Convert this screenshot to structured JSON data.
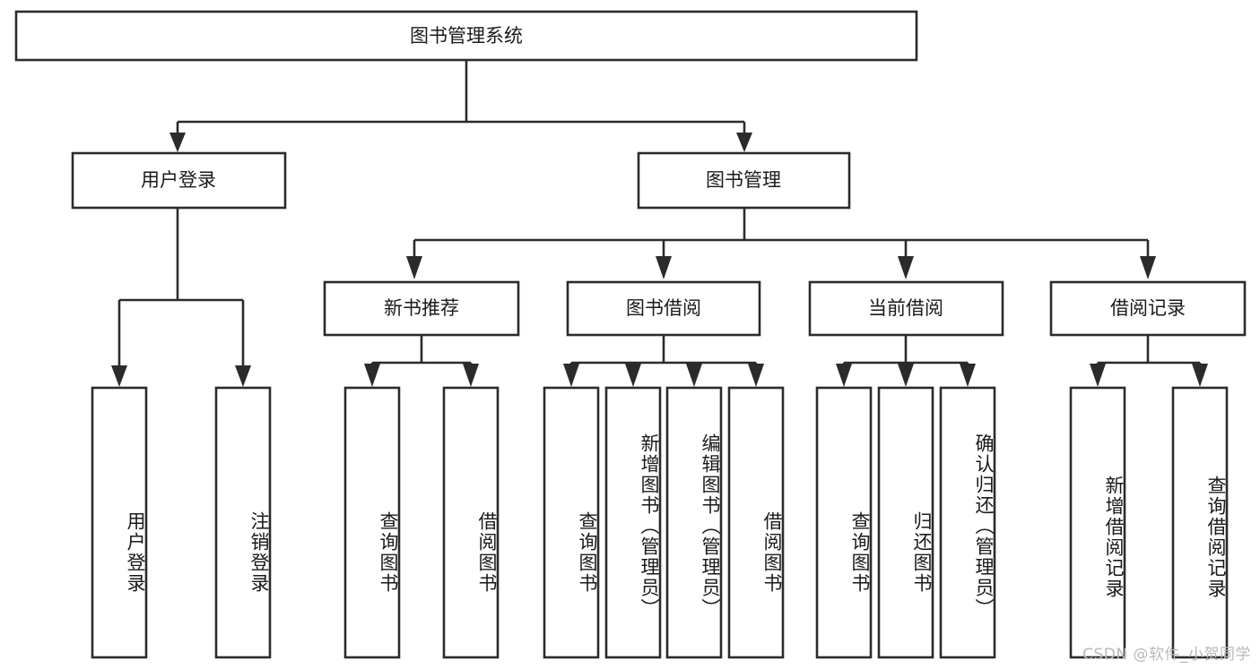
{
  "diagram": {
    "type": "tree-hierarchy",
    "title": "图书管理系统",
    "orientation": "top-down",
    "root": {
      "id": "root",
      "label": "图书管理系统"
    },
    "level2": [
      {
        "id": "user-login",
        "label": "用户登录"
      },
      {
        "id": "book-manage",
        "label": "图书管理"
      }
    ],
    "level3": [
      {
        "id": "new-book-recommend",
        "label": "新书推荐",
        "parent": "book-manage"
      },
      {
        "id": "book-borrow",
        "label": "图书借阅",
        "parent": "book-manage"
      },
      {
        "id": "current-borrow",
        "label": "当前借阅",
        "parent": "book-manage"
      },
      {
        "id": "borrow-record",
        "label": "借阅记录",
        "parent": "book-manage"
      }
    ],
    "leaves": [
      {
        "id": "leaf-user-login",
        "label": "用户登录",
        "parent": "user-login"
      },
      {
        "id": "leaf-user-logout",
        "label": "注销登录",
        "parent": "user-login"
      },
      {
        "id": "leaf-query-book-1",
        "label": "查询图书",
        "parent": "new-book-recommend"
      },
      {
        "id": "leaf-borrow-book-1",
        "label": "借阅图书",
        "parent": "new-book-recommend"
      },
      {
        "id": "leaf-query-book-2",
        "label": "查询图书",
        "parent": "book-borrow"
      },
      {
        "id": "leaf-add-book",
        "label": "新增图书（管理员）",
        "parent": "book-borrow"
      },
      {
        "id": "leaf-edit-book",
        "label": "编辑图书（管理员）",
        "parent": "book-borrow"
      },
      {
        "id": "leaf-borrow-book-2",
        "label": "借阅图书",
        "parent": "book-borrow"
      },
      {
        "id": "leaf-query-book-3",
        "label": "查询图书",
        "parent": "current-borrow"
      },
      {
        "id": "leaf-return-book",
        "label": "归还图书",
        "parent": "current-borrow"
      },
      {
        "id": "leaf-confirm-return",
        "label": "确认归还（管理员）",
        "parent": "current-borrow"
      },
      {
        "id": "leaf-add-record",
        "label": "新增借阅记录",
        "parent": "borrow-record"
      },
      {
        "id": "leaf-query-record",
        "label": "查询借阅记录",
        "parent": "borrow-record"
      }
    ],
    "colors": {
      "box_stroke": "#2b2b2b",
      "box_fill": "#ffffff",
      "text": "#1a1a1a",
      "background": "#ffffff",
      "watermark": "#b9b9b9"
    }
  },
  "watermark": {
    "text": "CSDN @软件_小贺同学"
  }
}
